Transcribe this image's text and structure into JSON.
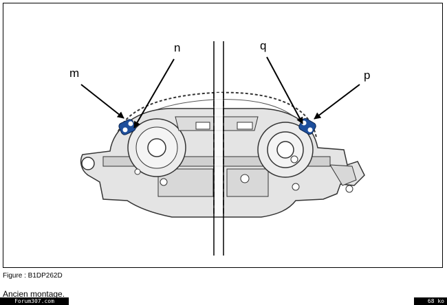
{
  "callouts": {
    "m": "m",
    "n": "n",
    "q": "q",
    "p": "p"
  },
  "caption": "Figure : B1DP262D",
  "subtitle": "Ancien montage.",
  "footer": {
    "forum": "Forum307.com",
    "size": "68 ko"
  },
  "colors": {
    "part_fill": "#e4e4e4",
    "line": "#333333",
    "pin_blue": "#1e4f9c"
  },
  "icons": {
    "pins": "locking-pin-icon",
    "arrows": "pointer-arrow-icon"
  }
}
